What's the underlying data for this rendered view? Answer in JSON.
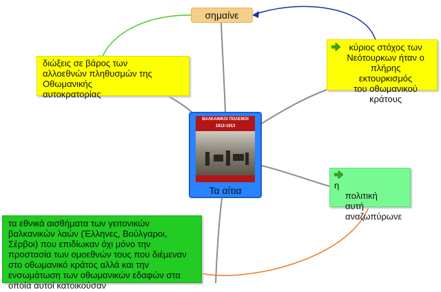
{
  "nodes": {
    "topic": "σημαίνε",
    "left": [
      "διώξεις σε βάρος των",
      "αλλοεθνών πληθυσμών της",
      "Οθωμανικής",
      "αυτοκρατορίας"
    ],
    "right": [
      "κύριος στόχος των",
      "Νεότουρκων ήταν ο",
      "πλήρης εκτουρκισμός",
      "του οθωμανικού",
      "κράτους"
    ],
    "politics": [
      "η",
      "πολιτική",
      "αυτή",
      "αναζωπύρωνε"
    ],
    "bottom": [
      "τα εθνικά αισθήματα των γειτονικών",
      "βαλκανικών λαών (Έλληνες, Βούλγαροι,",
      "Σέρβοι) που επιδίωκαν όχι μόνο την",
      "προστασία των ομοεθνών τους που διέμεναν",
      "στο οθωμανικό κράτος αλλά και την",
      "ενσωμάτωση των οθωμανικών εδαφών στα",
      "οποία αυτοί κατοικούσαν"
    ],
    "center": {
      "label": "Τα αίτια",
      "book_title": [
        "ΒΑΛΚΑΝΙΚΟΙ ΠΟΛΕΜΟΙ",
        "1912-1913"
      ]
    }
  },
  "icons": {
    "right_marker": "green-arrow-icon",
    "politics_marker": "green-arrow-icon"
  },
  "colors": {
    "topic": "#f6cf86",
    "note_yellow": "#fefe05",
    "note_green_light": "#78fa93",
    "note_green": "#22cc22",
    "center": "#2a83ff",
    "link_green": "#44cc22",
    "link_blue": "#1a2fa8",
    "link_orange": "#f07820",
    "connector": "#8c8c8c"
  }
}
